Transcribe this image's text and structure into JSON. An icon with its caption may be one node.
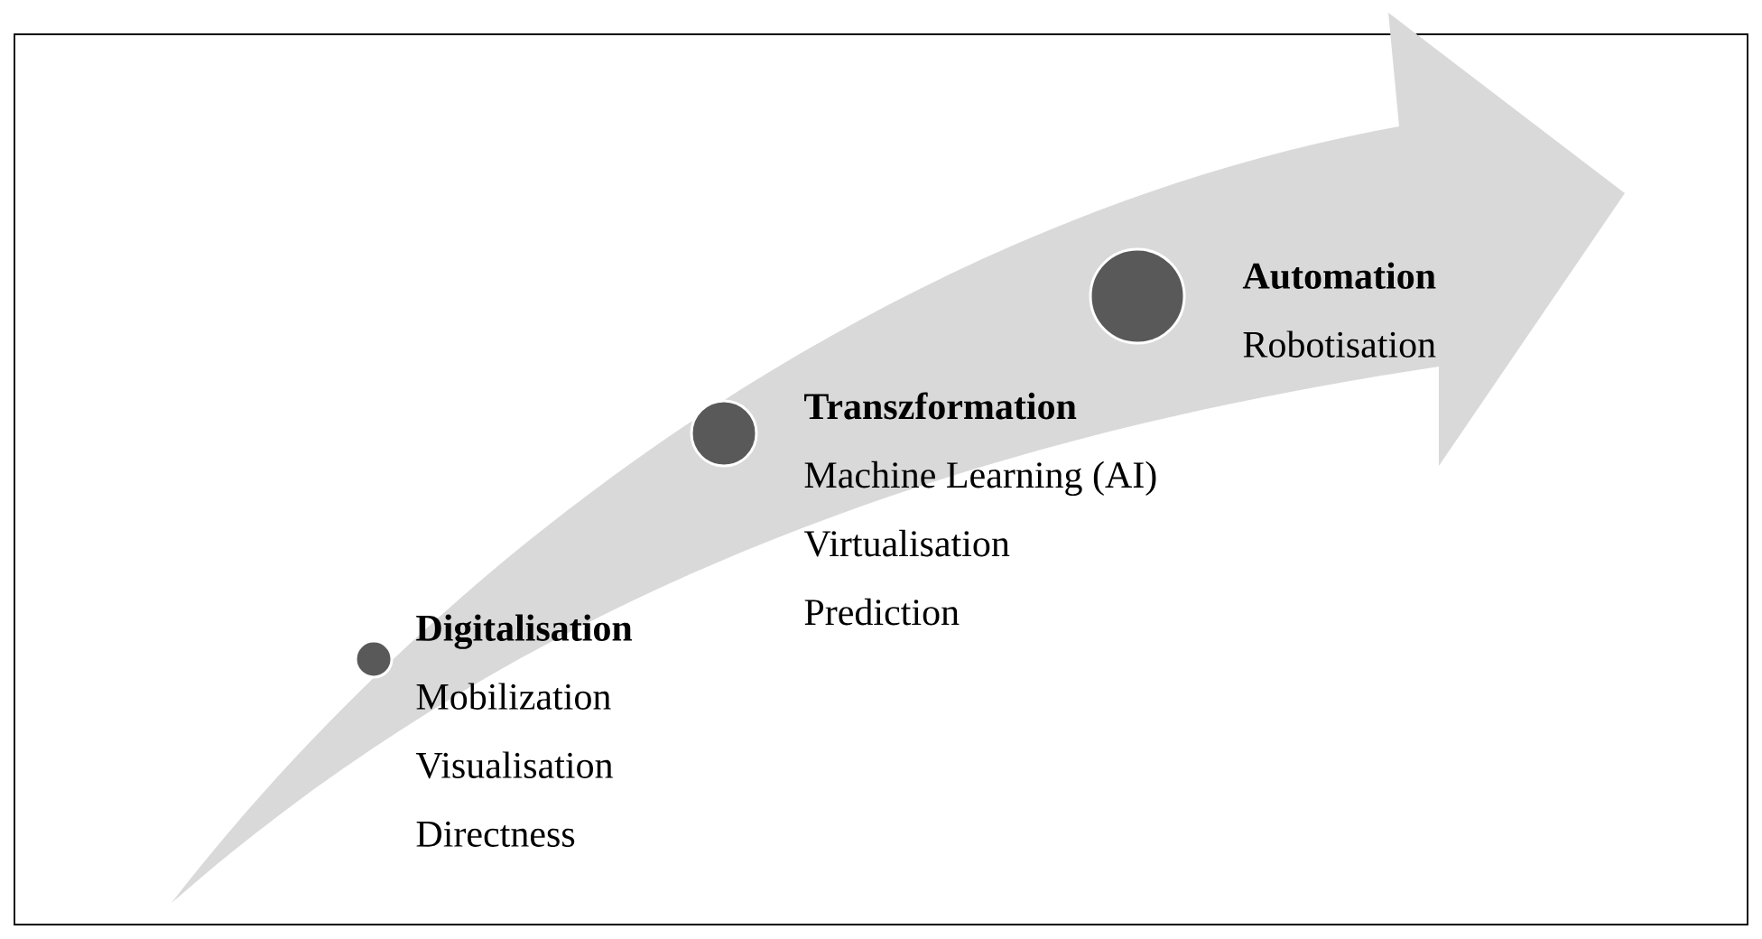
{
  "diagram": {
    "nodes": [
      {
        "text": [
          "Digitalisation",
          "Mobilization",
          "Visualisation",
          "Directness"
        ]
      },
      {
        "text": [
          "Transzformation",
          "Machine Learning (AI)",
          "Virtualisation",
          "Prediction"
        ]
      },
      {
        "text": [
          "Automation",
          "Robotisation"
        ]
      }
    ]
  }
}
